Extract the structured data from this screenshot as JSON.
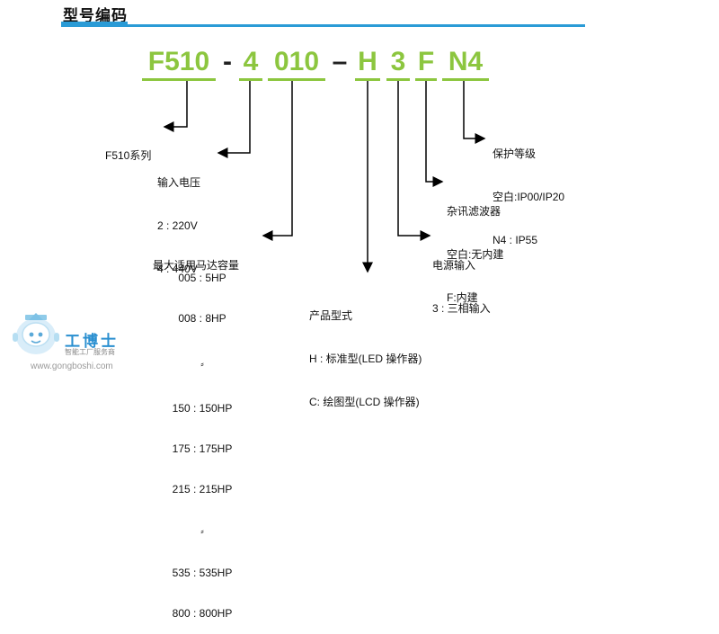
{
  "header": {
    "title": "型号编码"
  },
  "model_code": {
    "segments": [
      "F510",
      "-",
      "4",
      "010",
      "–",
      "H",
      "3",
      "F",
      "N4"
    ]
  },
  "descriptions": {
    "series": {
      "title": "F510系列"
    },
    "voltage": {
      "title": "输入电压",
      "lines": [
        "2 : 220V",
        "4 : 440V"
      ]
    },
    "motor": {
      "title": "最大适用马达容量",
      "lines": [
        "005 : 5HP",
        "008 : 8HP",
        "⸗",
        "150 : 150HP",
        "175 : 175HP",
        "215 : 215HP",
        "⸗",
        "535 : 535HP",
        "800 : 800HP"
      ]
    },
    "product_type": {
      "title": "产品型式",
      "lines": [
        "H : 标准型(LED 操作器)",
        "C: 绘图型(LCD 操作器)"
      ]
    },
    "power": {
      "title": "电源输入",
      "lines": [
        "3 : 三相输入"
      ]
    },
    "filter": {
      "title": "杂讯滤波器",
      "lines": [
        "空白:无内建",
        "F:内建"
      ]
    },
    "protection": {
      "title": "保护等级",
      "lines": [
        "空白:IP00/IP20",
        "N4 : IP55"
      ]
    }
  },
  "watermark": {
    "brand": "工博士",
    "tagline": "智能工厂服务商",
    "url": "www.gongboshi.com"
  },
  "colors": {
    "accent_blue": "#2a9bd6",
    "code_green": "#8cc63f"
  }
}
